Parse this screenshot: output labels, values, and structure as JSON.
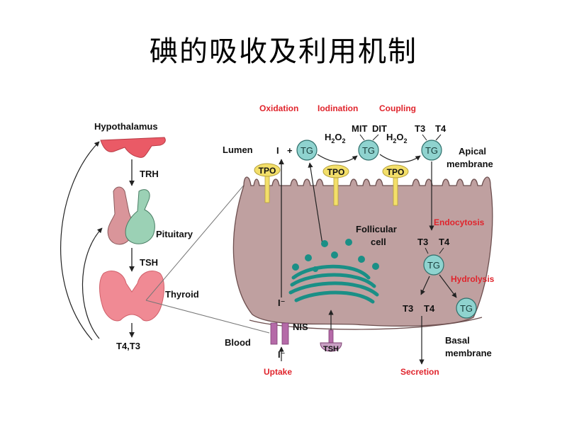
{
  "title": "碘的吸收及利用机制",
  "left_axis": {
    "hypothalamus": "Hypothalamus",
    "trh": "TRH",
    "pituitary": "Pituitary",
    "tsh": "TSH",
    "thyroid": "Thyroid",
    "hormones": "T4,T3"
  },
  "cell": {
    "steps": {
      "oxidation": "Oxidation",
      "iodination": "Iodination",
      "coupling": "Coupling"
    },
    "lumen": "Lumen",
    "iodide": "I",
    "plus": "+",
    "tg": "TG",
    "tpo": "TPO",
    "h2o2_main": "H",
    "h2o2_sub": "2",
    "h2o2_o": "O",
    "mit": "MIT",
    "dit": "DIT",
    "t3": "T3",
    "t4": "T4",
    "apical_1": "Apical",
    "apical_2": "membrane",
    "endocytosis": "Endocytosis",
    "follicular_1": "Follicular",
    "follicular_2": "cell",
    "hydrolysis": "Hydrolysis",
    "nis": "NIS",
    "blood": "Blood",
    "iodide_minus": "I⁻",
    "tsh": "TSH",
    "uptake": "Uptake",
    "secretion": "Secretion",
    "basal_1": "Basal",
    "basal_2": "membrane"
  },
  "colors": {
    "cell_fill": "#bfa0a0",
    "tg_fill": "#8fd3cf",
    "tpo_fill": "#f3df6a",
    "golgi": "#1a8f86",
    "thyroid": "#f08a94",
    "hypothalamus": "#ea5a66",
    "label_red": "#e0242c"
  }
}
